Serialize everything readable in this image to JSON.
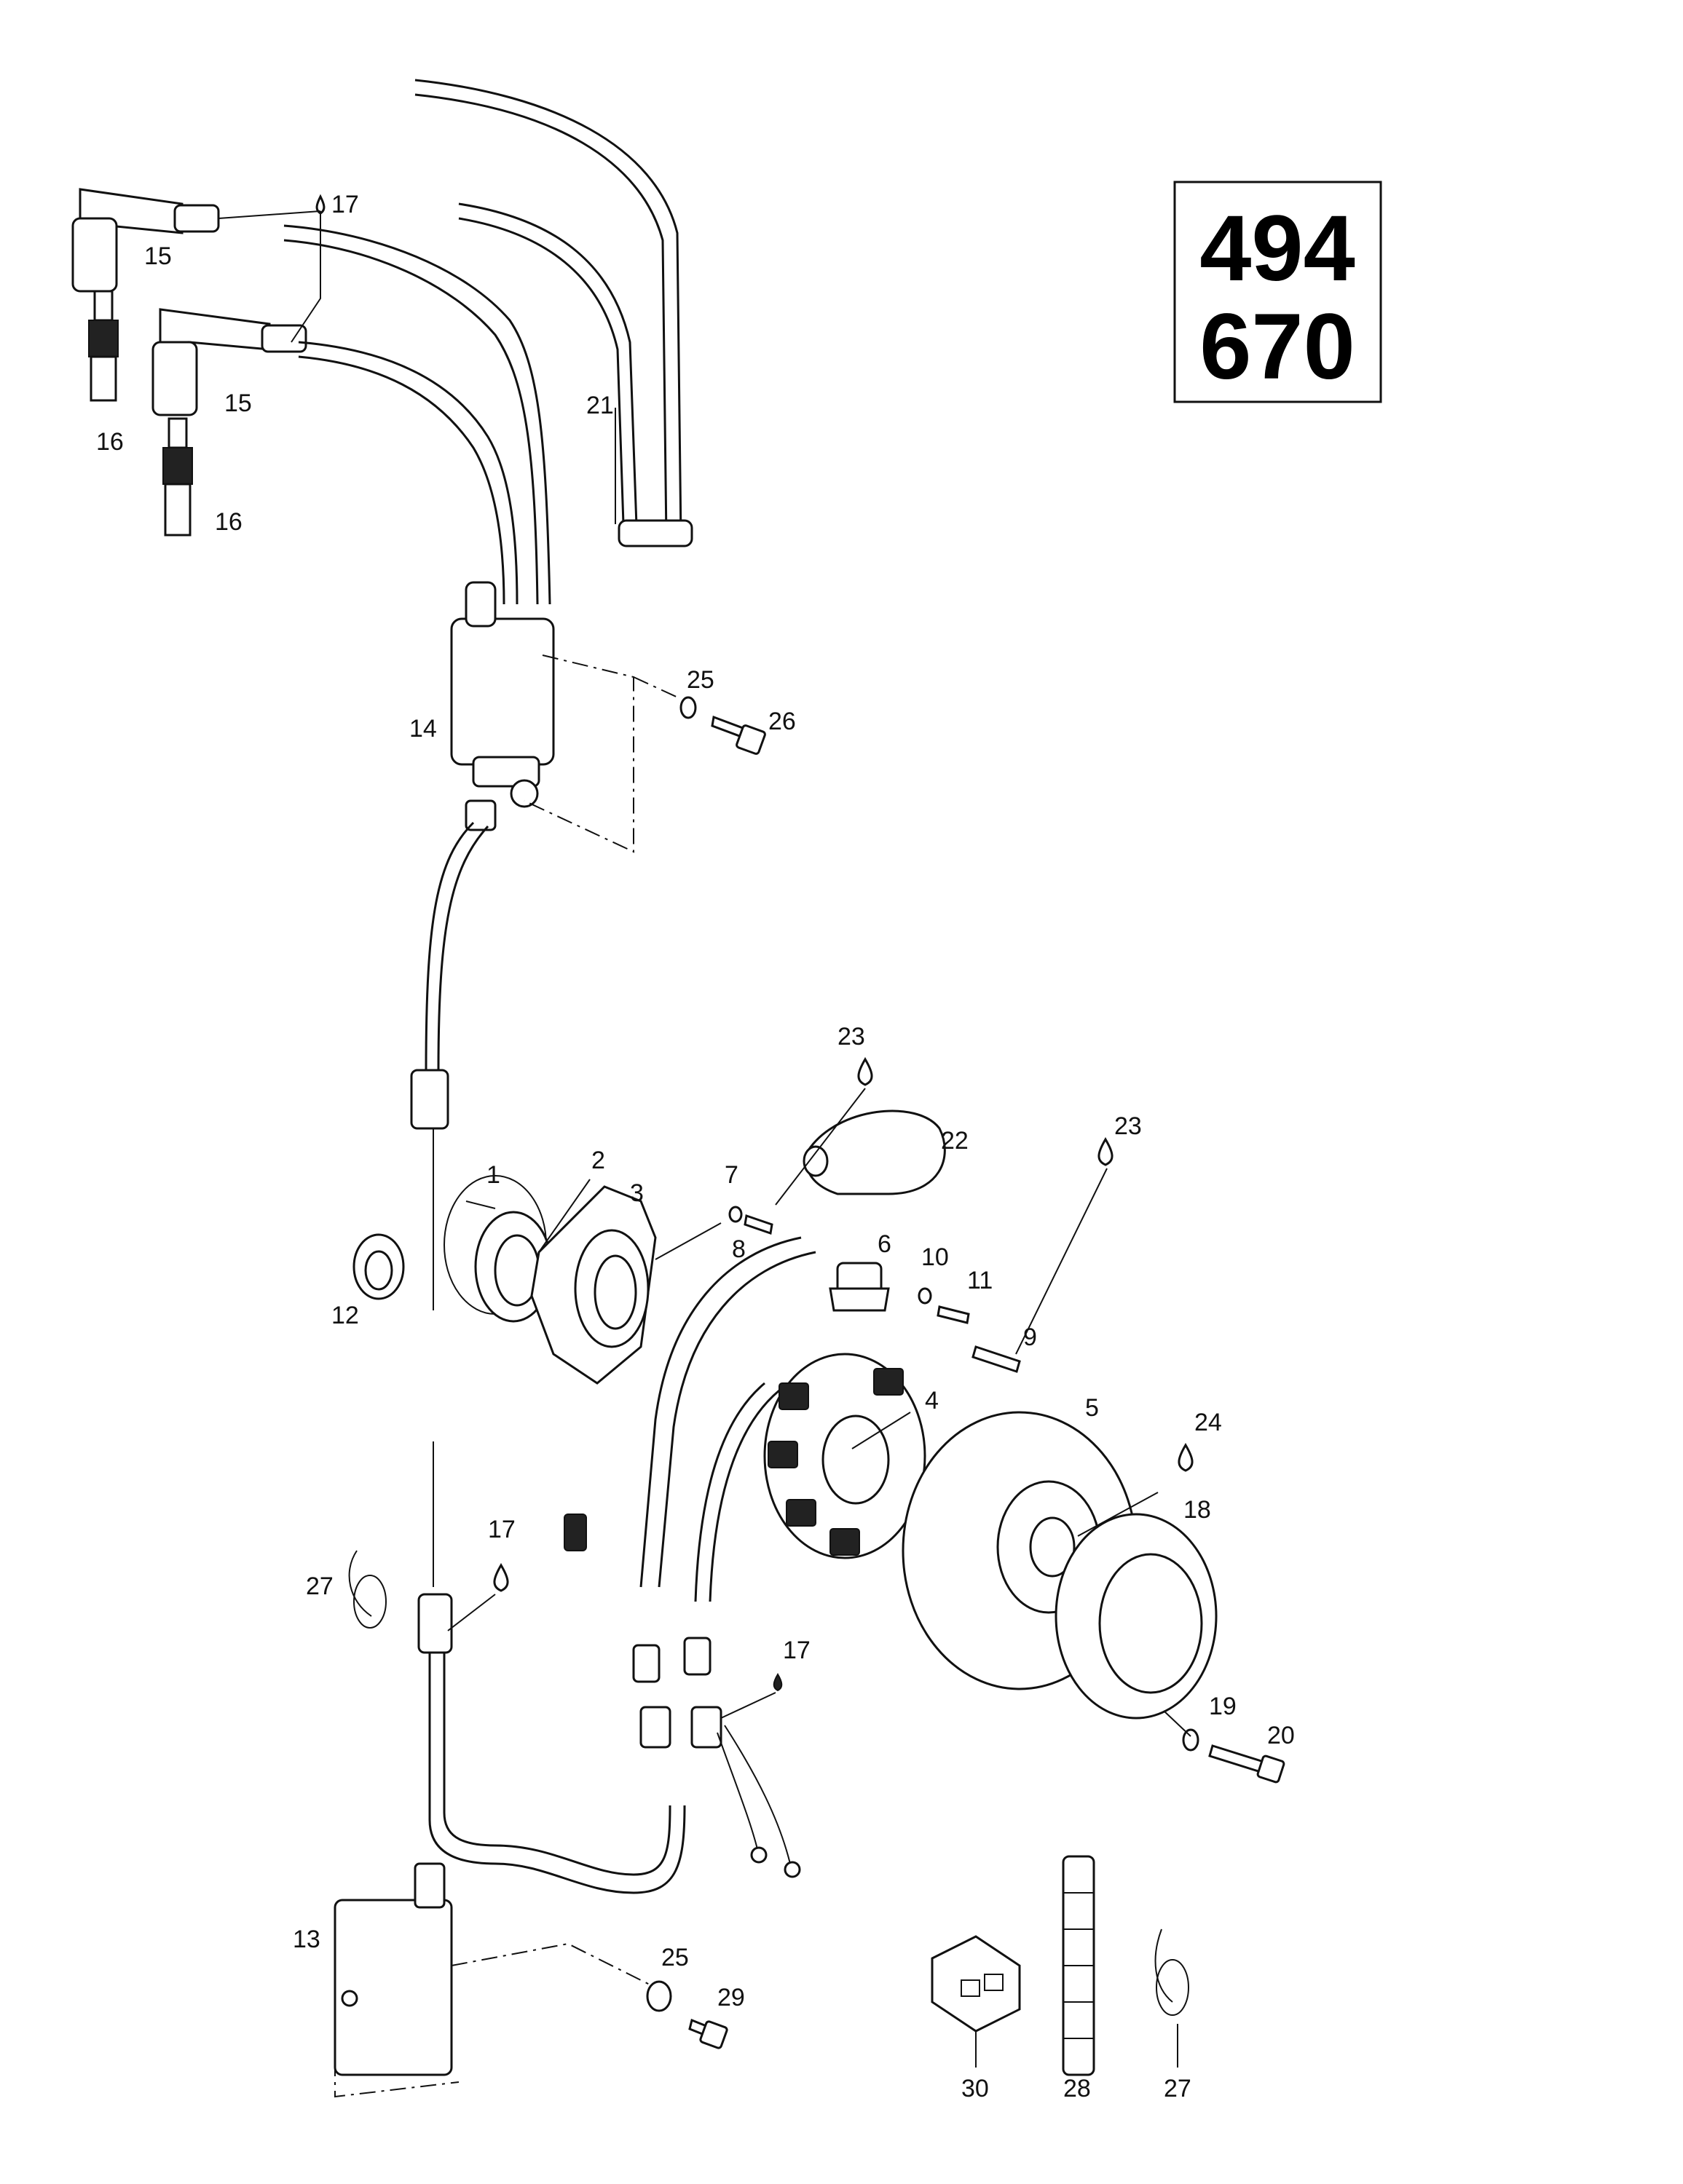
{
  "models": [
    "494",
    "670"
  ],
  "callouts": {
    "c1": "1",
    "c2": "2",
    "c3": "3",
    "c4": "4",
    "c5": "5",
    "c6": "6",
    "c7": "7",
    "c8": "8",
    "c9": "9",
    "c10": "10",
    "c11": "11",
    "c12": "12",
    "c13": "13",
    "c14": "14",
    "c15a": "15",
    "c15b": "15",
    "c16a": "16",
    "c16b": "16",
    "c17a": "17",
    "c17b": "17",
    "c17c": "17",
    "c18": "18",
    "c19": "19",
    "c20": "20",
    "c21": "21",
    "c22": "22",
    "c23a": "23",
    "c23b": "23",
    "c24": "24",
    "c25a": "25",
    "c25b": "25",
    "c26": "26",
    "c27a": "27",
    "c27b": "27",
    "c28": "28",
    "c29": "29",
    "c30": "30"
  }
}
